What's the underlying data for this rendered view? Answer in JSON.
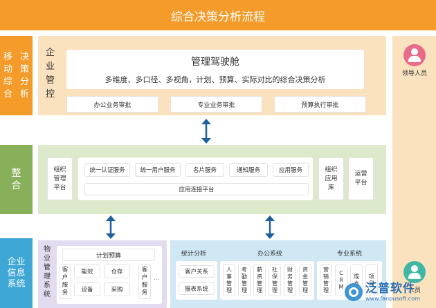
{
  "title": "综合决策分析流程",
  "colors": {
    "orange": "#f49b2a",
    "cream": "#fbe2bf",
    "green_dark": "#88b05a",
    "green_light": "#dce9cb",
    "purple_dark": "#9584c0",
    "purple_light": "#e3dcf0",
    "blue_dark": "#3fa7d6",
    "blue_light": "#cfe8f4",
    "arrow": "#1f5f9e",
    "leader_icon": "#e86c8a",
    "user_icon": "#3fb7a4"
  },
  "rows": {
    "decision": {
      "label_line1": "移动综合",
      "label_line2": "决策分析"
    },
    "integration": {
      "label": "整合"
    },
    "enterprise": {
      "label": "企业信息系统"
    }
  },
  "cockpit": {
    "side_label": "企业管控",
    "title": "管理驾驶舱",
    "subtitle": "多维度、多口径、多视角，计划、预算、实际对比的综合决策分析",
    "approvals": [
      "办公业务审批",
      "专业业务审批",
      "预算执行审批"
    ]
  },
  "integration": {
    "org_platform": "组织管理平台",
    "services": [
      "统一认证服务",
      "统一用户服务",
      "名片服务",
      "通知服务",
      "应用服务"
    ],
    "app_platform": "应用连接平台",
    "org_app_lib": "组织应用库",
    "ops_platform": "运营平台"
  },
  "property": {
    "side_label": "物业管理系统",
    "plan_budget": "计划预算",
    "customer_service_left": "客户服务",
    "modules": [
      "能效",
      "仓存",
      "设备",
      "采购"
    ],
    "customer_service_right": "客户服务",
    "more": "…"
  },
  "stats": {
    "title": "统计分析",
    "items": [
      "客户关系",
      "报表系统"
    ]
  },
  "office": {
    "title": "办公系统",
    "items": [
      "人事管理",
      "考勤管理",
      "薪资管理",
      "社保管理",
      "财务管理",
      "资金管理"
    ]
  },
  "professional": {
    "title": "专业系统",
    "items": [
      "营销管理",
      "CRM",
      "成本",
      "项目"
    ]
  },
  "roles": {
    "leader": "领导人员",
    "user": "人员"
  },
  "watermark": {
    "brand": "泛普软件",
    "url": "www.fanpusoft.com"
  }
}
